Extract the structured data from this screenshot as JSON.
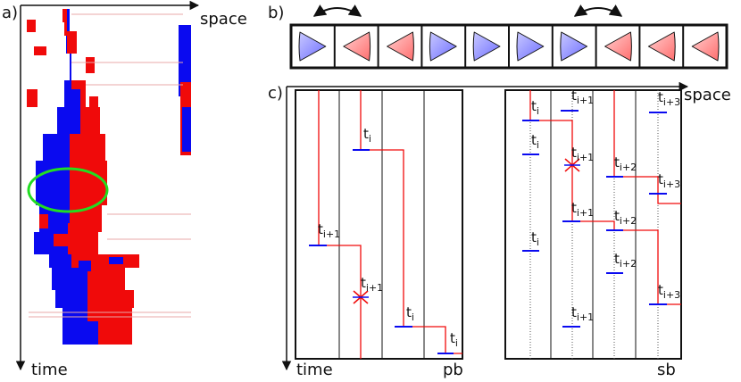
{
  "figure": {
    "panels": {
      "a": {
        "label": "a)",
        "space_label": "space",
        "time_label": "time"
      },
      "b": {
        "label": "b)",
        "triangles": [
          "right",
          "left",
          "left",
          "right",
          "right",
          "right",
          "right",
          "left",
          "left",
          "left"
        ]
      },
      "c": {
        "label": "c)",
        "space_label": "space",
        "time_label": "time",
        "left_box_label": "pb",
        "right_box_label": "sb"
      }
    },
    "t_labels": {
      "base": "t",
      "sub_i": "i",
      "sub_i1": "i+1",
      "sub_i2": "i+2",
      "sub_i3": "i+3"
    },
    "colors": {
      "blue": "#0a0af0",
      "red": "#f00a0a",
      "green_ellipse": "#22dd22",
      "triangle_blue": "#8c8cff",
      "triangle_red": "#ff8c8c"
    }
  }
}
